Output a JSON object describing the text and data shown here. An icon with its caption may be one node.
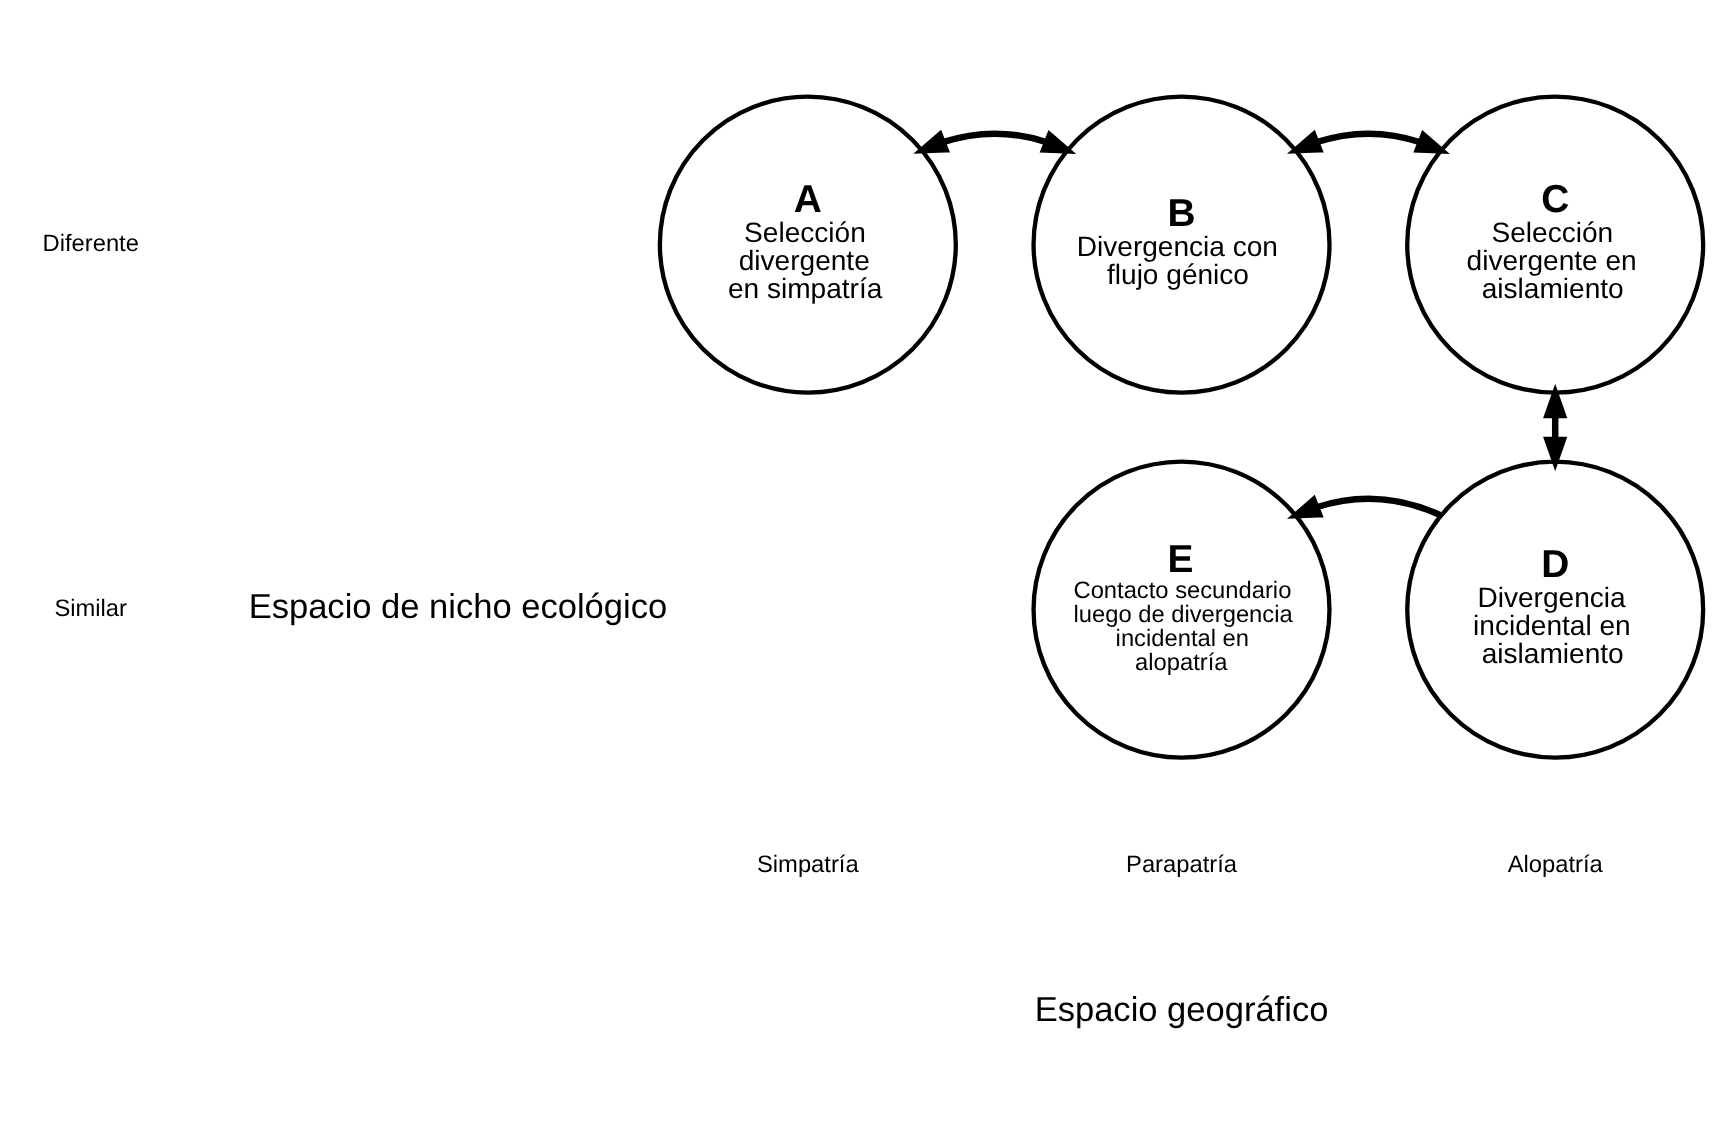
{
  "diagram": {
    "nodes": [
      {
        "text": [
          "A",
          "Selección divergente en simpatría"
        ]
      },
      {
        "text": [
          "B",
          "Divergencia con flujo génico"
        ]
      },
      {
        "text": [
          "C",
          "Selección divergente en aislamiento"
        ]
      },
      {
        "text": [
          "D",
          "Divergencia incidental en aislamiento"
        ]
      },
      {
        "text": [
          "E",
          "Contacto secundario luego de divergencia incidental en alopatría"
        ]
      }
    ],
    "edges": [
      {
        "from": 0,
        "to": 1,
        "arrow": "both"
      },
      {
        "from": 1,
        "to": 2,
        "arrow": "both"
      },
      {
        "from": 2,
        "to": 3,
        "arrow": "both"
      },
      {
        "from": 3,
        "to": 4,
        "arrow": "to"
      }
    ],
    "labels": [
      "Diferente",
      "Espacio de nicho ecológico",
      "Similar",
      "Simpatría",
      "Parapatría",
      "Alopatría",
      "Espacio geográfico"
    ]
  }
}
